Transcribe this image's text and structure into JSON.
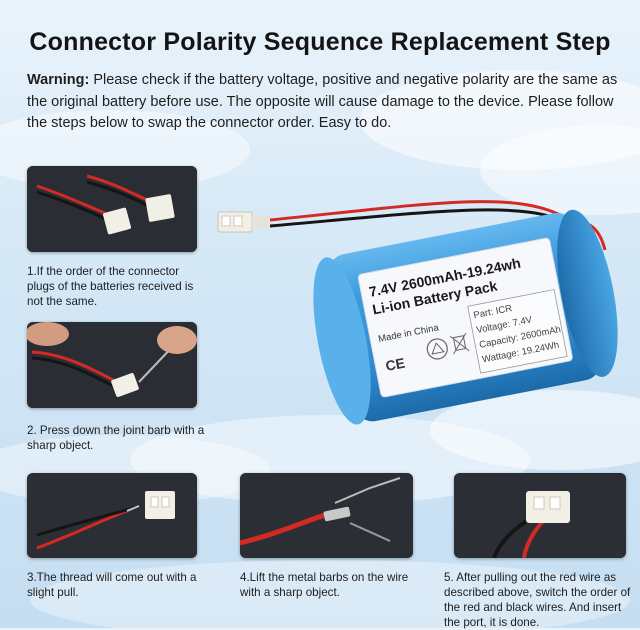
{
  "title": "Connector Polarity Sequence Replacement Step",
  "warning": {
    "label": "Warning:",
    "text": " Please check if the battery voltage, positive and negative polarity are the same as the original battery before use. The opposite will cause damage to the device. Please follow the steps below to swap the connector order. Easy to do."
  },
  "battery": {
    "heading_line1": "7.4V 2600mAh-19.24wh",
    "heading_line2": "Li-ion Battery Pack",
    "made_in": "Made in China",
    "ce_mark": "CE",
    "spec_part": "Part: ICR",
    "spec_voltage": "Voltage: 7.4V",
    "spec_capacity": "Capacity: 2600mAh",
    "spec_wattage": "Wattage: 19.24Wh"
  },
  "steps": [
    {
      "caption": "1.If the order of the connector plugs of the batteries received is not the same."
    },
    {
      "caption": "2. Press down the joint barb with a sharp object."
    },
    {
      "caption": "3.The thread will come out with a slight pull."
    },
    {
      "caption": "4.Lift the metal barbs on the wire with a sharp object."
    },
    {
      "caption": "5. After pulling out the red wire as described above, switch the order of the red and black wires. And insert the port, it is done."
    }
  ],
  "colors": {
    "battery_blue": "#2f8fd6",
    "wire_red": "#d42a23",
    "wire_black": "#151515",
    "photo_bg": "#262a30"
  }
}
